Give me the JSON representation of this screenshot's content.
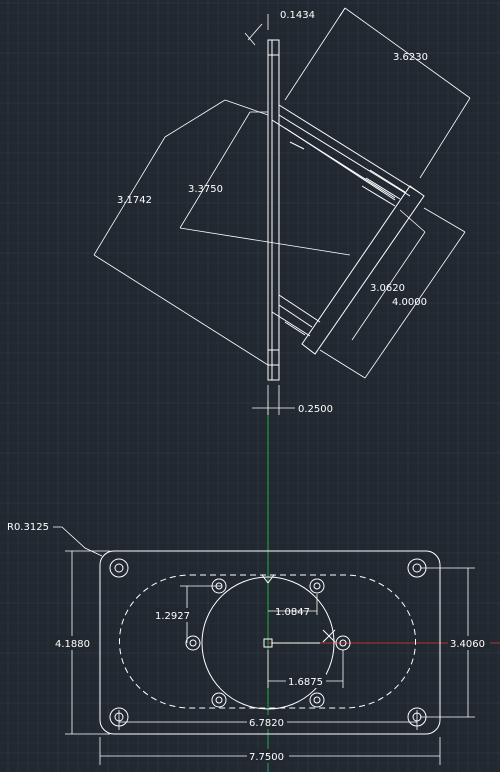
{
  "drawing": {
    "background": "#212830",
    "grid_color": "#2b3440",
    "grid_major_color": "#33404e",
    "line_color": "#ffffff",
    "y_axis_color": "#2aa84a",
    "x_axis_color": "#b83232"
  },
  "dimensions": {
    "top_gap": "0.1434",
    "diag_long": "3.6230",
    "left_outer": "3.1742",
    "left_inner": "3.3750",
    "inner_flange": "3.0620",
    "outer_flange": "4.0000",
    "wall": "0.2500",
    "corner_radius": "R0.3125",
    "plate_height": "4.1880",
    "bolt_offset": "1.2927",
    "center_offset": "1.0847",
    "bolt_pitch": "1.6875",
    "inner_width": "6.7820",
    "slot_height": "3.4060",
    "plate_width": "7.7500"
  }
}
